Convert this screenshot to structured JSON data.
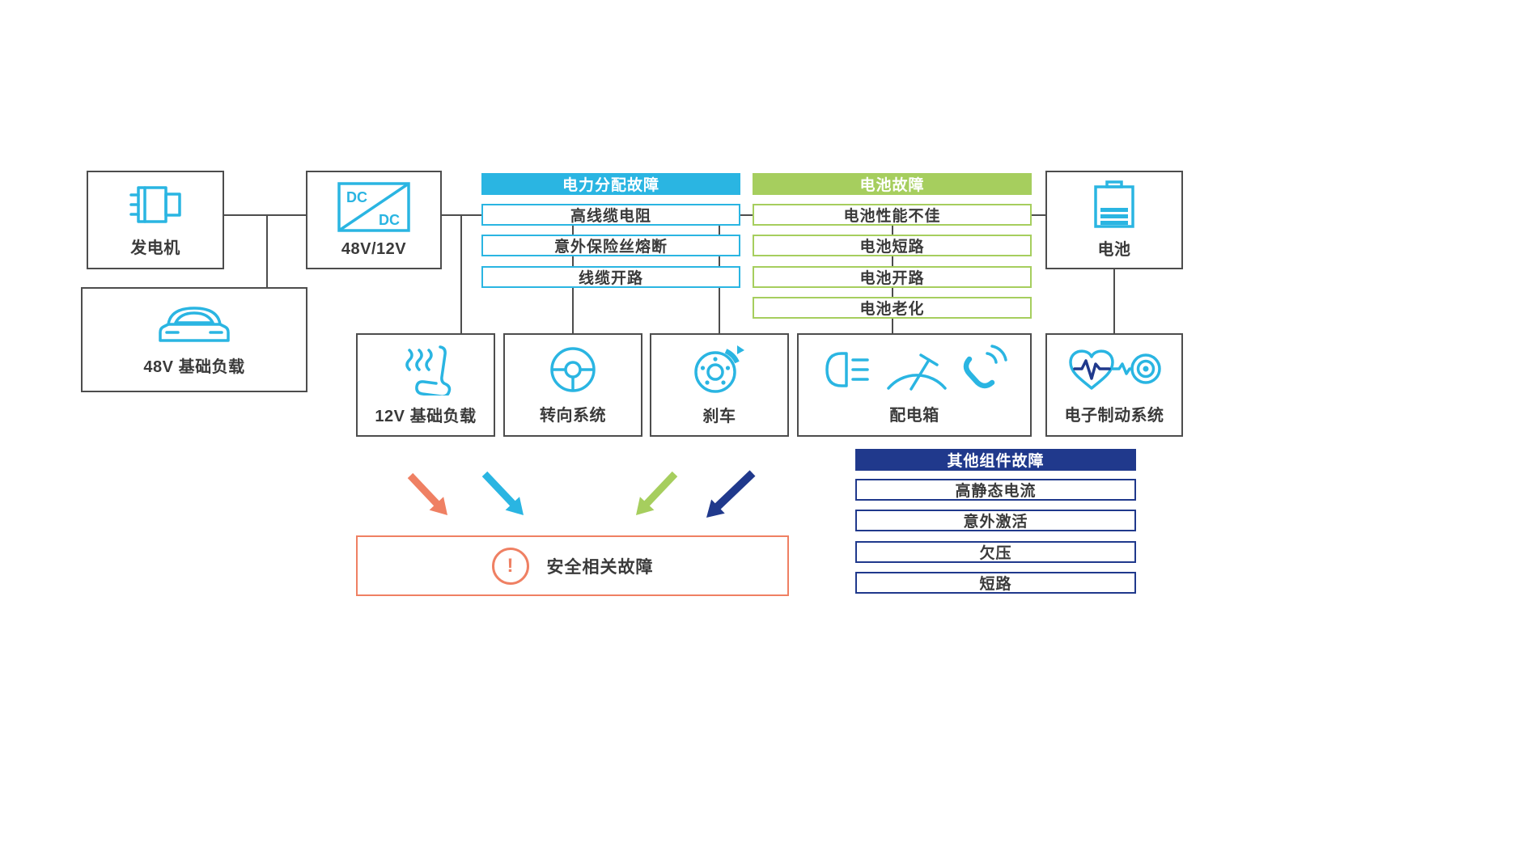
{
  "colors": {
    "accent_cyan": "#2ab5e2",
    "accent_green": "#a6ce5e",
    "accent_navy": "#20398c",
    "accent_orange": "#ef8063",
    "line_gray": "#4d4d4d",
    "text_dark": "#3a3a3a"
  },
  "nodes": {
    "generator": {
      "label": "发电机"
    },
    "base_load_48v": {
      "label": "48V 基础负载"
    },
    "dcdc": {
      "label": "48V/12V",
      "dc_top": "DC",
      "dc_bottom": "DC"
    },
    "battery": {
      "label": "电池"
    },
    "base_load_12v": {
      "label": "12V 基础负载"
    },
    "steering": {
      "label": "转向系统"
    },
    "brake": {
      "label": "刹车"
    },
    "fuse_box": {
      "label": "配电箱"
    },
    "e_brake": {
      "label": "电子制动系统"
    }
  },
  "groups": {
    "power": {
      "title": "电力分配故障",
      "items": [
        "高线缆电阻",
        "意外保险丝熔断",
        "线缆开路"
      ]
    },
    "battery": {
      "title": "电池故障",
      "items": [
        "电池性能不佳",
        "电池短路",
        "电池开路",
        "电池老化"
      ]
    },
    "other": {
      "title": "其他组件故障",
      "items": [
        "高静态电流",
        "意外激活",
        "欠压",
        "短路"
      ]
    }
  },
  "safety": {
    "label": "安全相关故障",
    "mark": "!"
  }
}
